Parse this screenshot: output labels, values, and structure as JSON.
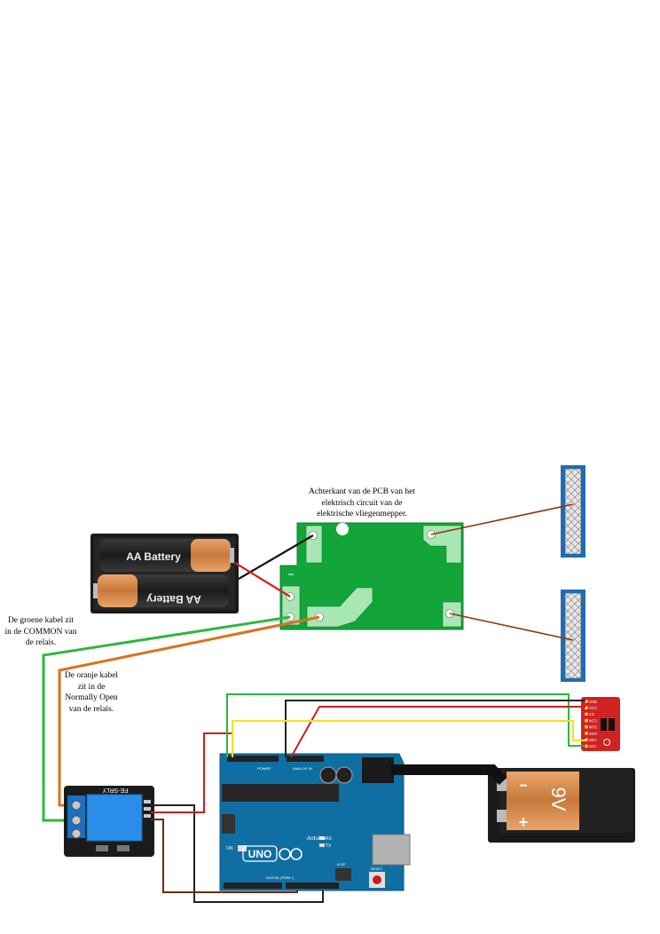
{
  "notes": {
    "pcb": [
      "Achterkant van de PCB van het",
      "elektrisch circuit van de",
      "elektrische vliegenmepper."
    ],
    "green": [
      "De groene kabel zit",
      "in de COMMON van",
      "de relais."
    ],
    "orange": [
      "De oranje kabel",
      "zit in de",
      "Normally Open",
      "van de relais."
    ]
  },
  "battery_pack": {
    "top_label": "AA Battery",
    "bottom_label": "AA Battery"
  },
  "relay": {
    "label": "FE-SRLY"
  },
  "arduino": {
    "model": "UNO",
    "brand": "Arduino",
    "reset": "RESET",
    "on": "ON",
    "rx": "RX",
    "tx": "TX",
    "icsp": "ICSP",
    "digital": "DIGITAL (PWM~)",
    "power": "POWER",
    "analog": "ANALOG IN"
  },
  "battery_9v": {
    "label": "9V",
    "plus": "+",
    "minus": "−"
  },
  "sensor": {
    "pins": [
      "GND",
      "VCC",
      "CS",
      "INT1",
      "INT2",
      "SDO",
      "SDA",
      "SCL"
    ]
  },
  "wire_colors": {
    "green": "#2db83d",
    "orange": "#d9711f",
    "red": "#cc1f1f",
    "black": "#222222",
    "yellow": "#f2e21a",
    "brown": "#8a3b12"
  }
}
